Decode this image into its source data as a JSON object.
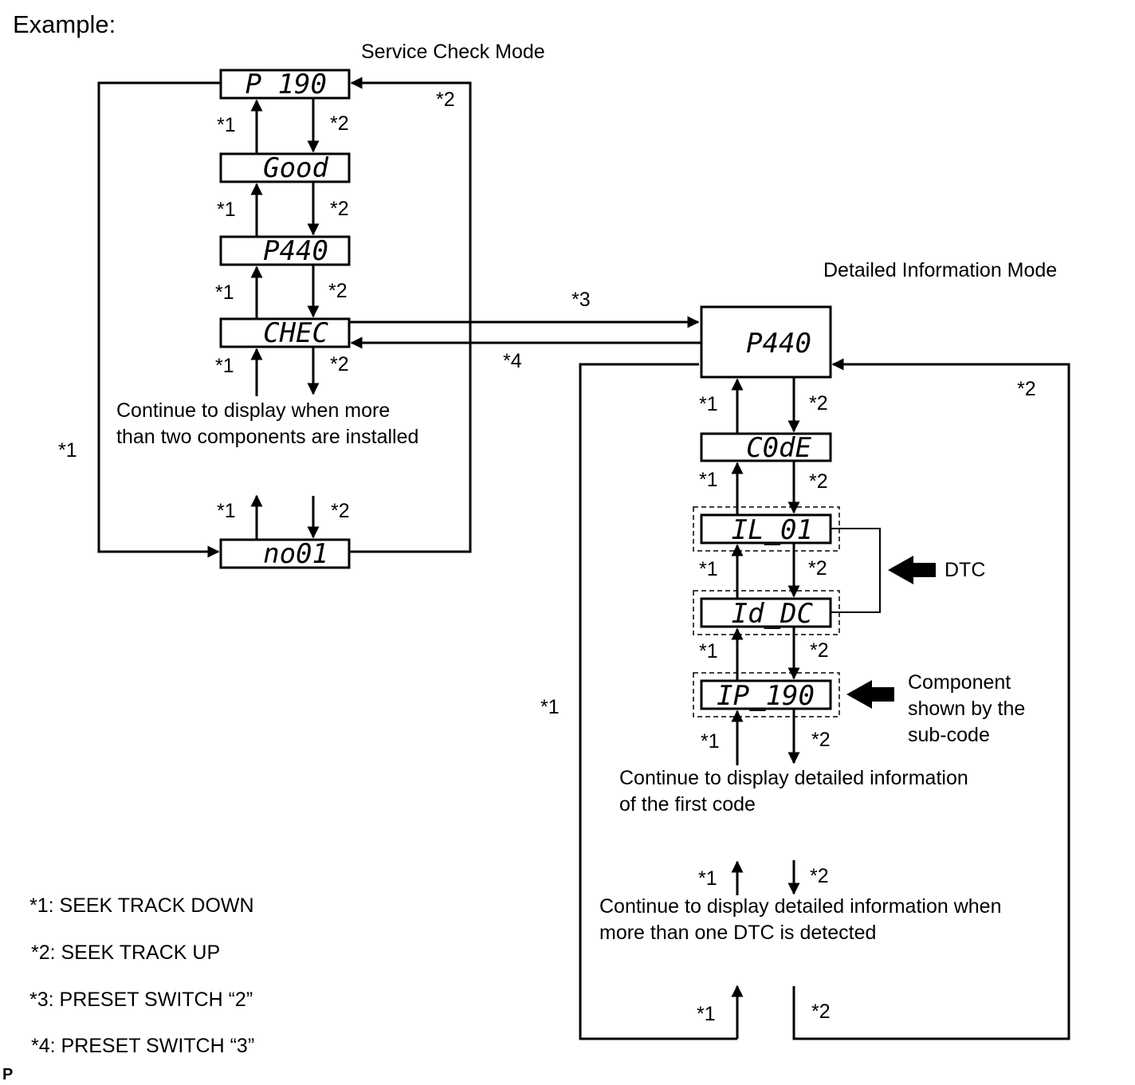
{
  "header": {
    "example": "Example:"
  },
  "service_mode": {
    "title": "Service Check Mode",
    "displays": [
      "P 190",
      "Good",
      "P440",
      "CHEC",
      "no01"
    ],
    "continue_note": [
      "Continue to display when more",
      "than two components are installed"
    ]
  },
  "detailed_mode": {
    "title": "Detailed Information Mode",
    "main_display": "P440",
    "displays": [
      "C0dE",
      "IL_01",
      "Id_DC",
      "IP_190"
    ],
    "dtc_label": "DTC",
    "component_note": [
      "Component",
      "shown by the",
      "sub-code"
    ],
    "first_code_note": [
      "Continue to display detailed information",
      "of the first code"
    ],
    "more_dtc_note": [
      "Continue to display detailed information when",
      "more than one DTC is detected"
    ]
  },
  "marks": {
    "m1": "*1",
    "m2": "*2",
    "m3": "*3",
    "m4": "*4"
  },
  "legend": [
    "*1: SEEK TRACK DOWN",
    "*2: SEEK TRACK UP",
    "*3: PRESET SWITCH “2”",
    "*4: PRESET SWITCH “3”"
  ],
  "footer_code": "P"
}
